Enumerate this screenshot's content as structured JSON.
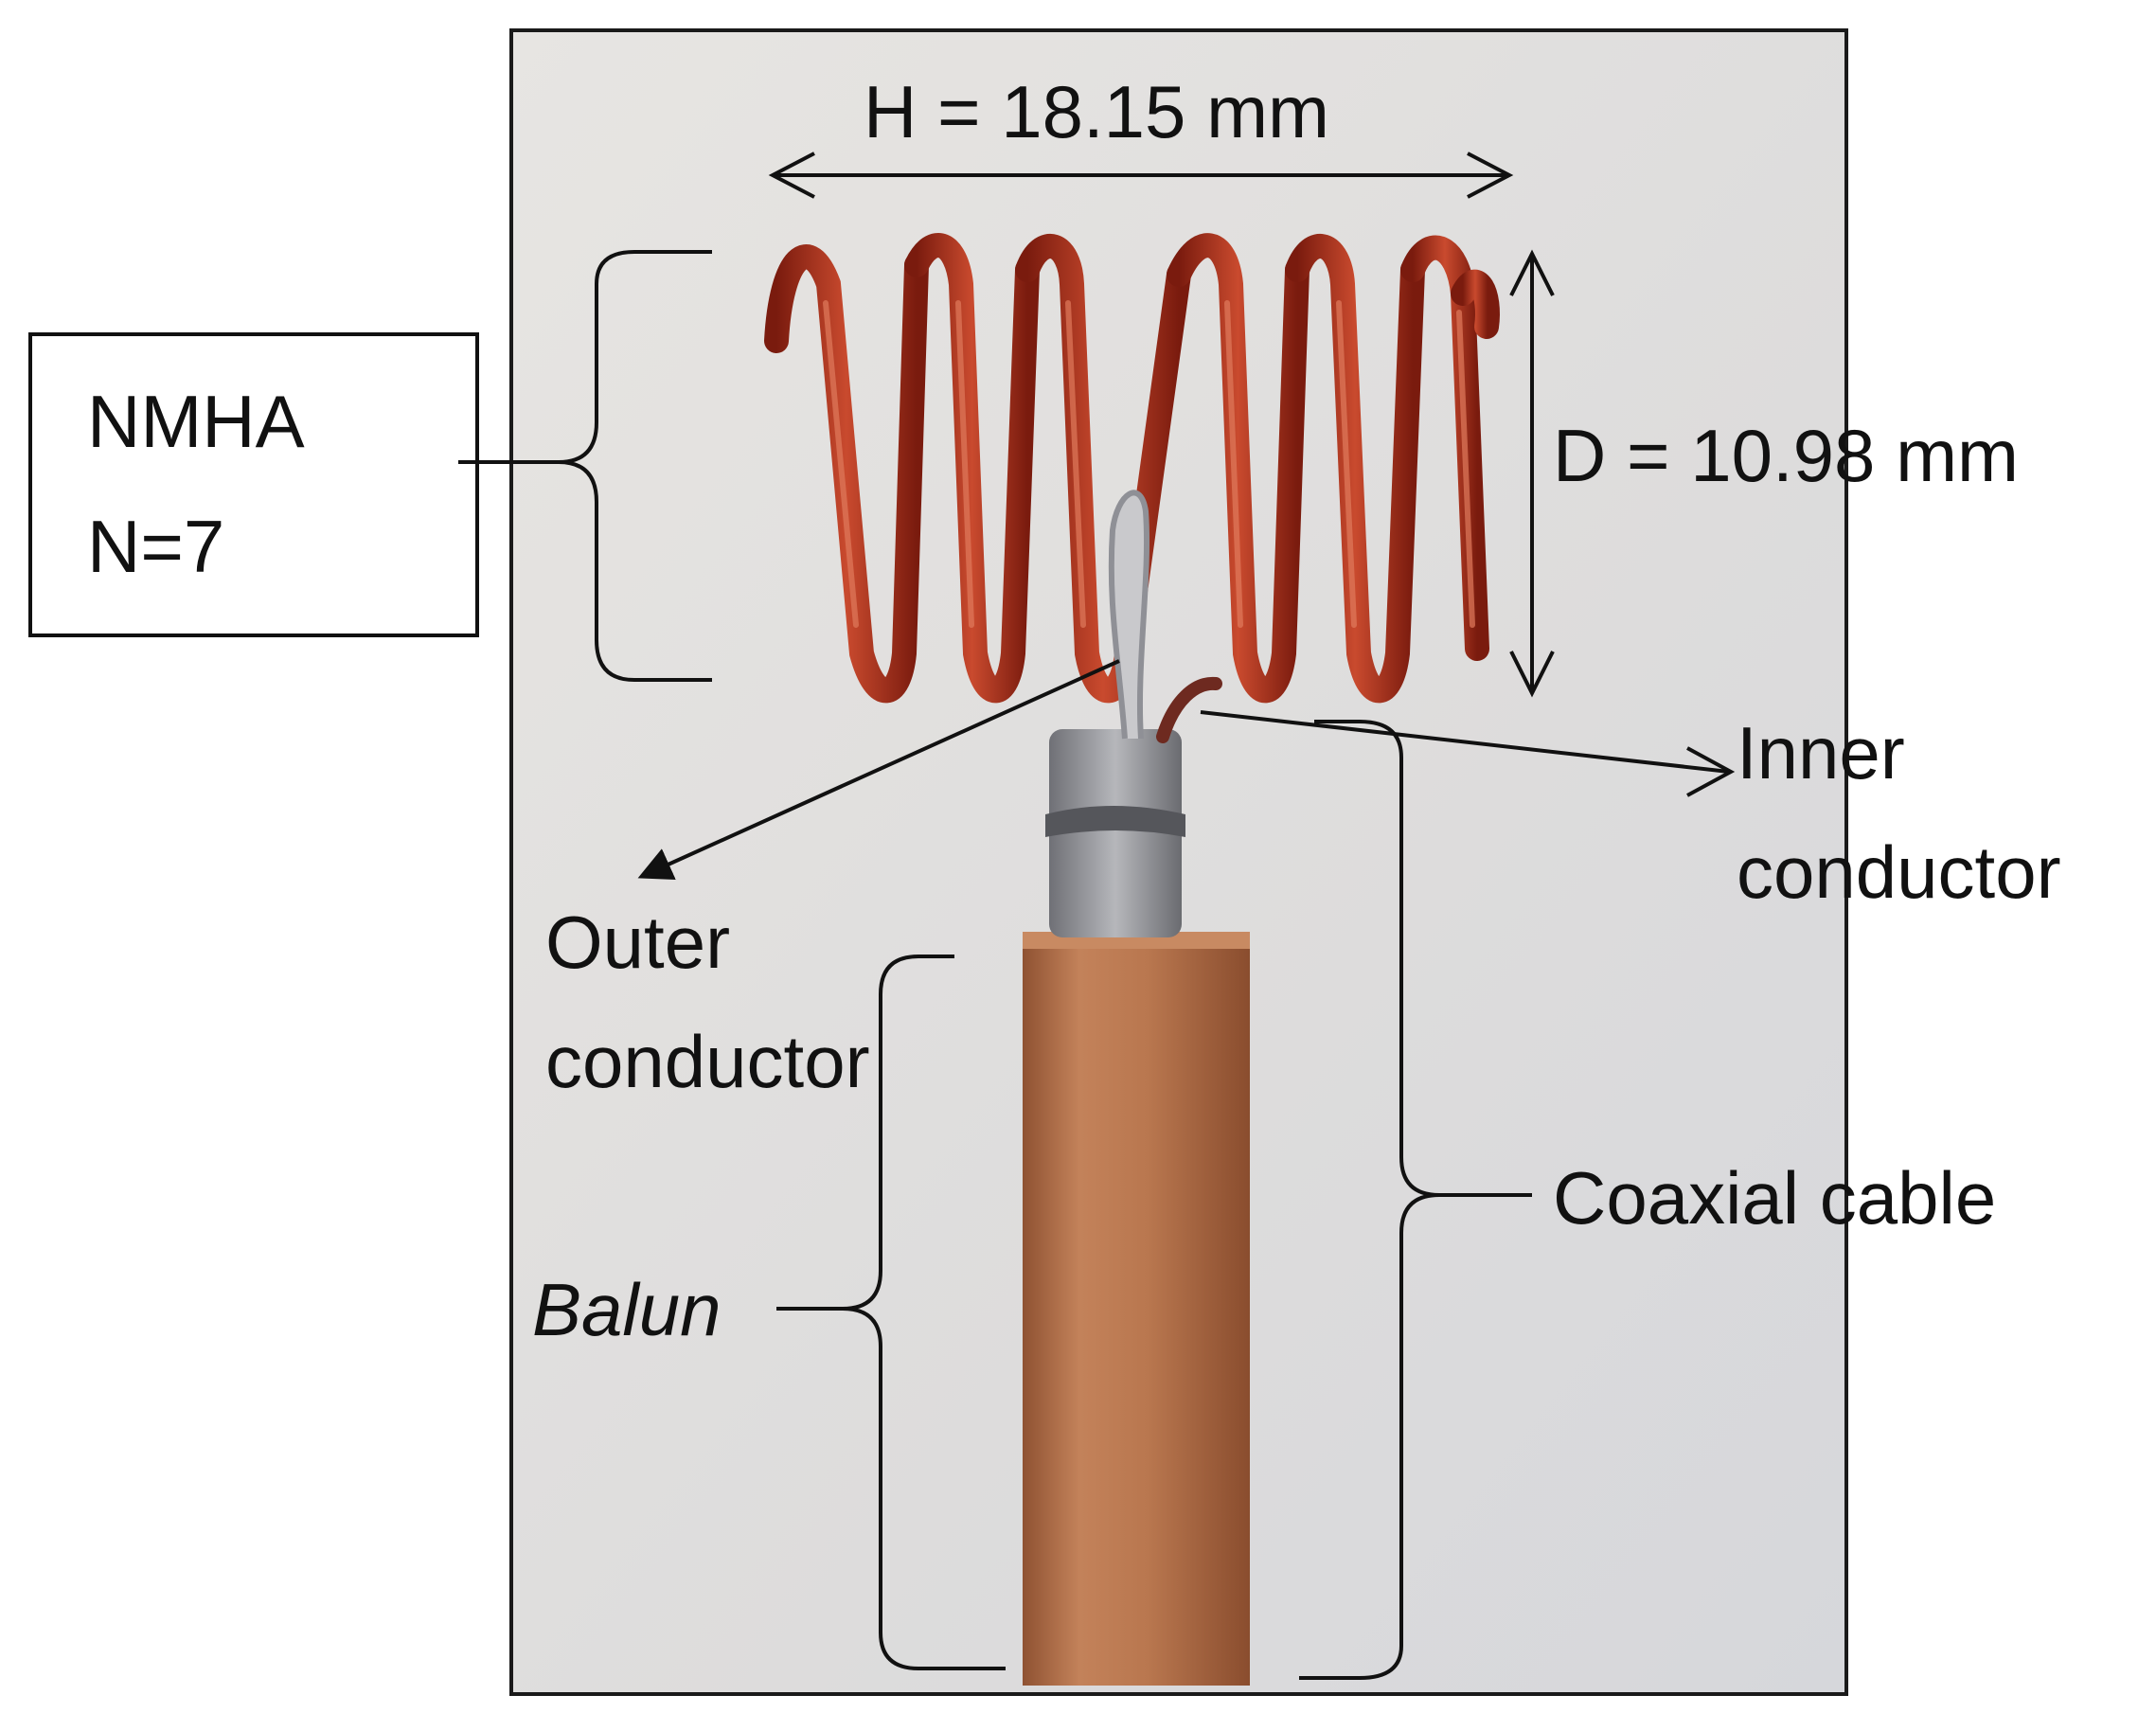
{
  "labels": {
    "height": "H = 18.15 mm",
    "diameter": "D = 10.98 mm",
    "nmha_line1": "NMHA",
    "nmha_line2": "N=7",
    "inner_line1": "Inner",
    "inner_line2": "conductor",
    "outer_line1": "Outer",
    "outer_line2": "conductor",
    "coaxial": "Coaxial cable",
    "balun": "Balun"
  },
  "colors": {
    "photo_background": "#e4e2e0",
    "copper_coil": "#a82a18",
    "copper_tube": "#b7764e",
    "annotation": "#111111"
  }
}
